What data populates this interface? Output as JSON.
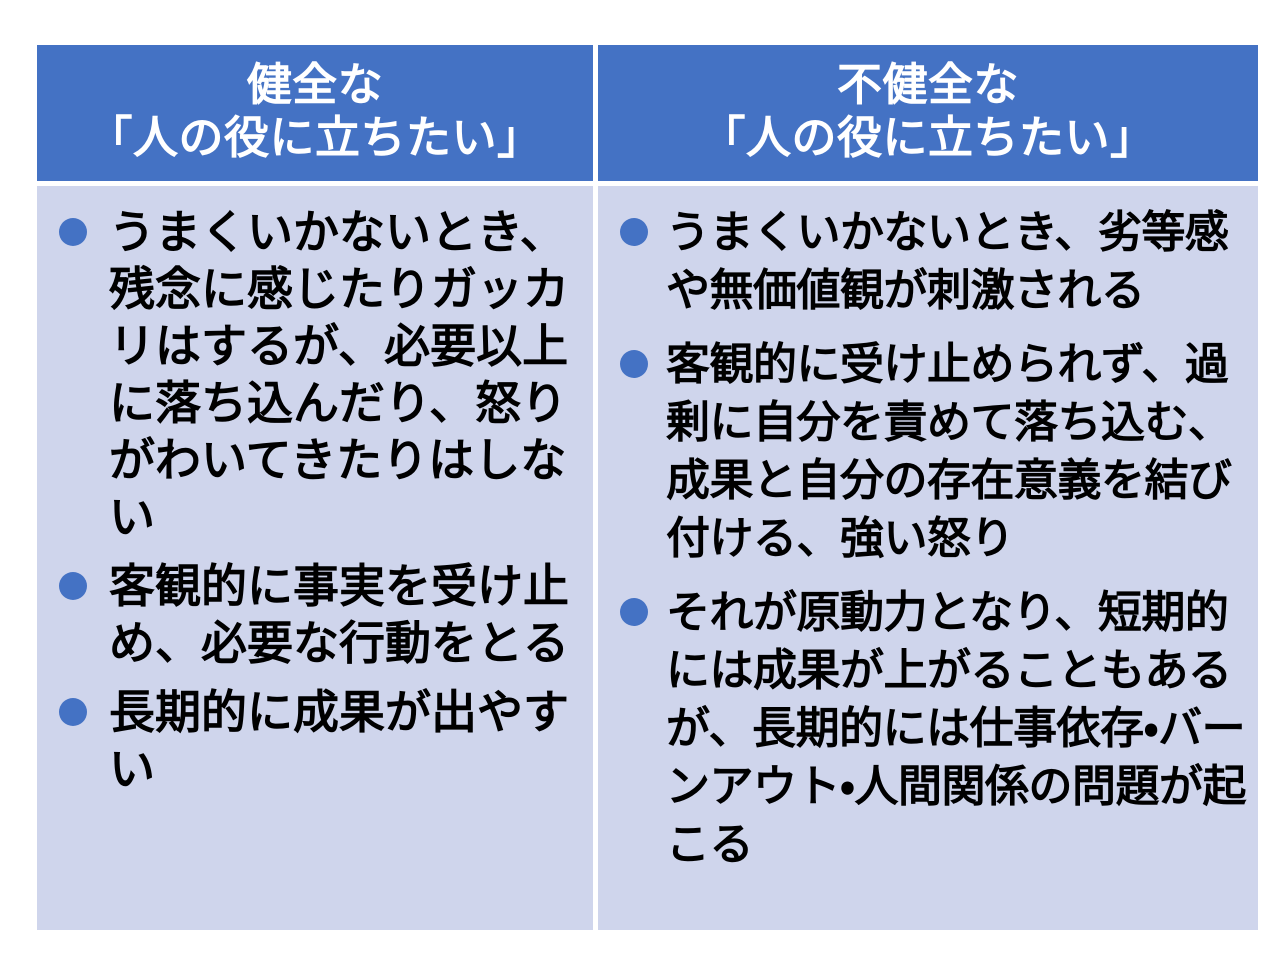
{
  "colors": {
    "header_bg": "#4472C4",
    "header_text": "#FFFFFF",
    "body_bg": "#CFD5EC",
    "bullet": "#4472C4",
    "body_text": "#000000",
    "page_bg": "#FFFFFF"
  },
  "table": {
    "columns": [
      {
        "id": "healthy",
        "header": {
          "line1": "健全な",
          "line2": "「人の役に立ちたい」"
        },
        "bullets": [
          "うまくいかないとき、残念に感じたりガッカリはするが、必要以上に落ち込んだり、怒りがわいてきたりはしない",
          "客観的に事実を受け止め、必要な行動をとる",
          "長期的に成果が出やすい"
        ]
      },
      {
        "id": "unhealthy",
        "header": {
          "line1": "不健全な",
          "line2": "「人の役に立ちたい」"
        },
        "bullets": [
          "うまくいかないとき、劣等感や無価値観が刺激される",
          "客観的に受け止められず、過剰に自分を責めて落ち込む、成果と自分の存在意義を結び付ける、強い怒り",
          "それが原動力となり、短期的には成果が上がることもあるが、長期的には仕事依存・バーンアウト・人間関係の問題が起こる"
        ]
      }
    ]
  }
}
